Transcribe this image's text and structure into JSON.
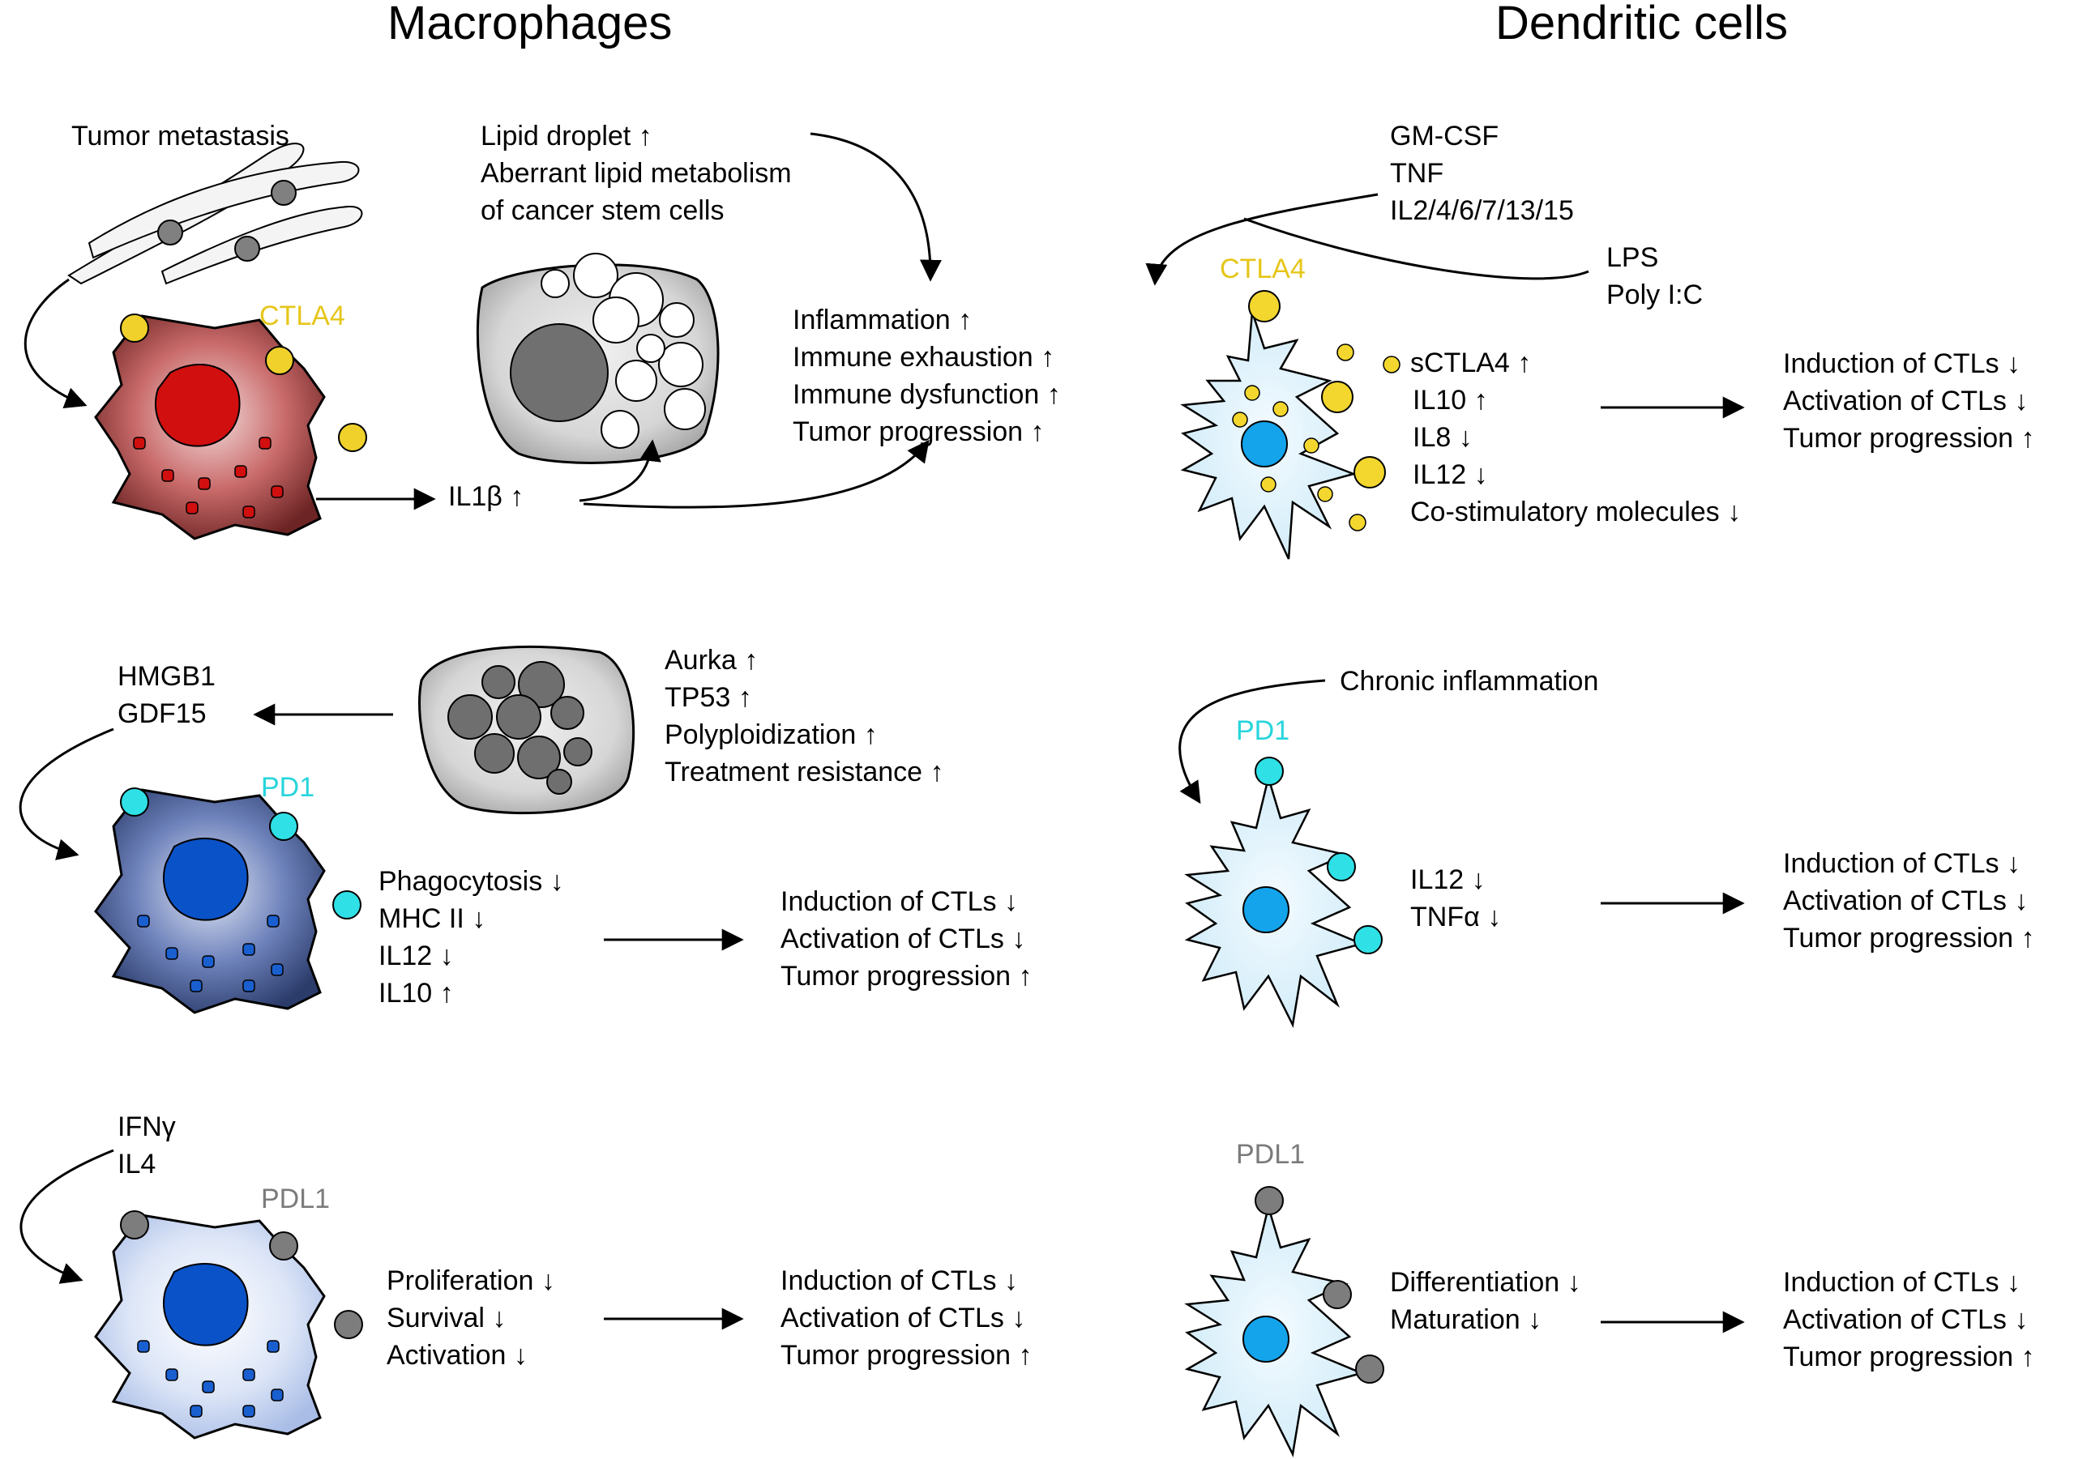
{
  "headings": {
    "macrophages": "Macrophages",
    "dendritic": "Dendritic cells"
  },
  "colors": {
    "ctla4": "#e6c619",
    "pd1": "#27d5dc",
    "pdl1": "#7b7b7b",
    "red_cell": "#b84b4b",
    "blue_cell": "#4e67a8",
    "light_blue_cell": "#c9d7f2",
    "dc_fill": "#dcf1fb",
    "dc_nucleus": "#13a4ec"
  },
  "macro": {
    "row1": {
      "origin": "Tumor metastasis",
      "marker": "CTLA4",
      "cytokine": "IL1β ↑",
      "lipid": [
        "Lipid droplet ↑",
        "Aberrant lipid metabolism",
        "of cancer stem cells"
      ],
      "effects": [
        "Inflammation ↑",
        "Immune exhaustion ↑",
        "Immune dysfunction ↑",
        "Tumor progression ↑"
      ]
    },
    "row2": {
      "inputs": [
        "HMGB1",
        "GDF15"
      ],
      "marker": "PD1",
      "polyploid": [
        "Aurka ↑",
        "TP53 ↑",
        "Polyploidization ↑",
        "Treatment resistance ↑"
      ],
      "effects": [
        "Phagocytosis ↓",
        "MHC II ↓",
        "IL12 ↓",
        "IL10 ↑"
      ],
      "outcomes": [
        "Induction of CTLs ↓",
        "Activation of CTLs ↓",
        "Tumor progression ↑"
      ]
    },
    "row3": {
      "inputs": [
        "IFNγ",
        "IL4"
      ],
      "marker": "PDL1",
      "effects": [
        "Proliferation ↓",
        "Survival ↓",
        "Activation ↓"
      ],
      "outcomes": [
        "Induction of CTLs ↓",
        "Activation of CTLs ↓",
        "Tumor progression ↑"
      ]
    }
  },
  "dc": {
    "row1": {
      "inputs": [
        "GM-CSF",
        "TNF",
        "IL2/4/6/7/13/15"
      ],
      "inputs2": [
        "LPS",
        "Poly I:C"
      ],
      "marker": "CTLA4",
      "effects": [
        "sCTLA4 ↑",
        "IL10 ↑",
        "IL8 ↓",
        "IL12 ↓",
        "Co-stimulatory molecules ↓"
      ],
      "outcomes": [
        "Induction of CTLs ↓",
        "Activation of CTLs ↓",
        "Tumor progression ↑"
      ]
    },
    "row2": {
      "input": "Chronic inflammation",
      "marker": "PD1",
      "effects": [
        "IL12 ↓",
        "TNFα ↓"
      ],
      "outcomes": [
        "Induction of CTLs ↓",
        "Activation of CTLs ↓",
        "Tumor progression ↑"
      ]
    },
    "row3": {
      "marker": "PDL1",
      "effects": [
        "Differentiation ↓",
        "Maturation ↓"
      ],
      "outcomes": [
        "Induction of CTLs ↓",
        "Activation of CTLs ↓",
        "Tumor progression ↑"
      ]
    }
  }
}
